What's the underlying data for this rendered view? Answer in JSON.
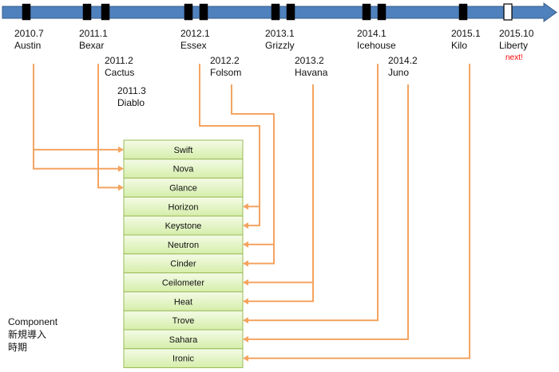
{
  "colors": {
    "timeline_fill": "#4f81bd",
    "timeline_stroke": "#385d8a",
    "marker": "#000000",
    "marker_hollow": "#ffffff",
    "connector": "#f4a460",
    "box_fill_top": "#f4fbe6",
    "box_fill_bottom": "#d5eeaa",
    "box_stroke": "#9bbb59",
    "next": "#ff0000"
  },
  "releases": [
    {
      "date": "2010.7",
      "name": "Austin"
    },
    {
      "date": "2011.1",
      "name": "Bexar"
    },
    {
      "date": "2011.2",
      "name": "Cactus"
    },
    {
      "date": "2011.3",
      "name": "Diablo"
    },
    {
      "date": "2012.1",
      "name": "Essex"
    },
    {
      "date": "2012.2",
      "name": "Folsom"
    },
    {
      "date": "2013.1",
      "name": "Grizzly"
    },
    {
      "date": "2013.2",
      "name": "Havana"
    },
    {
      "date": "2014.1",
      "name": "Icehouse"
    },
    {
      "date": "2014.2",
      "name": "Juno"
    },
    {
      "date": "2015.1",
      "name": "Kilo"
    },
    {
      "date": "2015.10",
      "name": "Liberty"
    }
  ],
  "next_label": "next!",
  "components": [
    "Swift",
    "Nova",
    "Glance",
    "Horizon",
    "Keystone",
    "Neutron",
    "Cinder",
    "Ceilometer",
    "Heat",
    "Trove",
    "Sahara",
    "Ironic"
  ],
  "links": [
    {
      "release": "Austin",
      "component": "Swift"
    },
    {
      "release": "Austin",
      "component": "Nova"
    },
    {
      "release": "Bexar",
      "component": "Glance"
    },
    {
      "release": "Essex",
      "component": "Horizon"
    },
    {
      "release": "Essex",
      "component": "Keystone"
    },
    {
      "release": "Folsom",
      "component": "Neutron"
    },
    {
      "release": "Folsom",
      "component": "Cinder"
    },
    {
      "release": "Havana",
      "component": "Ceilometer"
    },
    {
      "release": "Havana",
      "component": "Heat"
    },
    {
      "release": "Icehouse",
      "component": "Trove"
    },
    {
      "release": "Juno",
      "component": "Sahara"
    },
    {
      "release": "Kilo",
      "component": "Ironic"
    }
  ],
  "note": {
    "line1": "Component",
    "line2": "新規導入",
    "line3": "時期"
  }
}
